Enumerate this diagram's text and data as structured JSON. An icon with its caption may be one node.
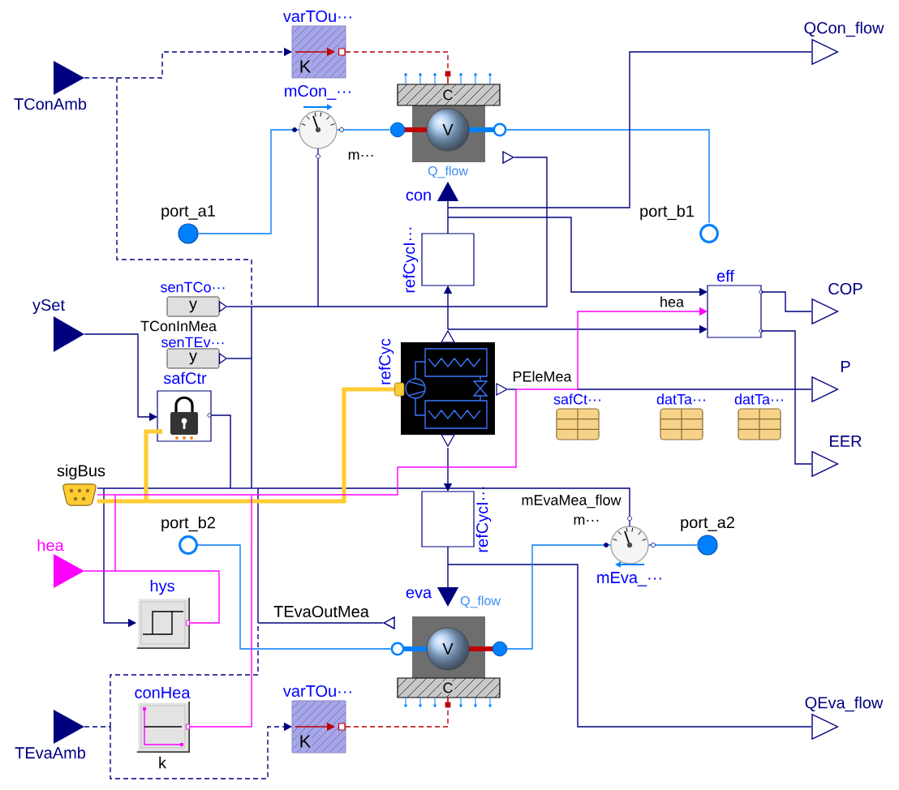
{
  "diagram": {
    "nodes": [
      {
        "text": [
          "TConAmb"
        ]
      },
      {
        "text": [
          "varTOu···",
          "K"
        ]
      },
      {
        "text": [
          "QCon_flow"
        ]
      },
      {
        "text": [
          "mCon_···"
        ],
        "beside": [
          "m···"
        ]
      },
      {
        "text": [
          "C",
          "V",
          "Q_flow",
          "con"
        ]
      },
      {
        "text": [
          "port_a1"
        ]
      },
      {
        "text": [
          "port_b1"
        ]
      },
      {
        "text": [
          "refCycI···"
        ]
      },
      {
        "text": [
          "eff"
        ]
      },
      {
        "text": [
          "COP"
        ]
      },
      {
        "text": [
          "senTCo···",
          "y"
        ]
      },
      {
        "text": [
          "ySet"
        ]
      },
      {
        "text": [
          "senTEv···",
          "y"
        ]
      },
      {
        "text": [
          "refCyc"
        ]
      },
      {
        "text": [
          "safCtr"
        ]
      },
      {
        "text": [
          "P"
        ]
      },
      {
        "text": [
          "safCt···"
        ]
      },
      {
        "text": [
          "datTa···"
        ]
      },
      {
        "text": [
          "datTa···"
        ]
      },
      {
        "text": [
          "EER"
        ]
      },
      {
        "text": [
          "sigBus"
        ]
      },
      {
        "text": [
          "refCycI···"
        ]
      },
      {
        "text": [
          "port_b2"
        ]
      },
      {
        "text": [
          "mEva_···"
        ],
        "beside": [
          "m···"
        ]
      },
      {
        "text": [
          "port_a2"
        ]
      },
      {
        "text": [
          "hea"
        ]
      },
      {
        "text": [
          "eva",
          "Q_flow",
          "V",
          "C"
        ]
      },
      {
        "text": [
          "hys"
        ]
      },
      {
        "text": [
          "conHea",
          "k"
        ]
      },
      {
        "text": [
          "varTOu···",
          "K"
        ]
      },
      {
        "text": [
          "TEvaAmb"
        ]
      },
      {
        "text": [
          "QEva_flow"
        ]
      }
    ],
    "edges": [
      {
        "from": 0,
        "to": 1,
        "arrow": "to",
        "style": "dashed"
      },
      {
        "from": 0,
        "to": 20,
        "arrow": "none",
        "style": "dashed"
      },
      {
        "from": 1,
        "to": 4,
        "arrow": "none",
        "style": "dashed",
        "color": "#bf0000"
      },
      {
        "from": 5,
        "to": 3,
        "arrow": "none",
        "color": "#007fff"
      },
      {
        "from": 3,
        "to": 4,
        "arrow": "none",
        "color": "#007fff"
      },
      {
        "from": 4,
        "to": 6,
        "arrow": "none",
        "color": "#007fff"
      },
      {
        "from": 7,
        "to": 2,
        "arrow": "none"
      },
      {
        "from": 7,
        "to": 8,
        "arrow": "to"
      },
      {
        "from": 4,
        "to": 20,
        "arrow": "none"
      },
      {
        "from": 13,
        "to": 7,
        "arrow": "to"
      },
      {
        "from": 7,
        "to": 4,
        "arrow": "to"
      },
      {
        "from": 3,
        "to": 20,
        "arrow": "none"
      },
      {
        "from": 10,
        "to": 20,
        "arrow": "none"
      },
      {
        "from": 12,
        "to": 20,
        "arrow": "none"
      },
      {
        "from": 11,
        "to": 14,
        "arrow": "to"
      },
      {
        "from": 14,
        "to": 20,
        "arrow": "none"
      },
      {
        "from": 20,
        "to": 14,
        "arrow": "none",
        "style": "thick",
        "color": "#ffcc33"
      },
      {
        "from": 20,
        "to": 13,
        "arrow": "none",
        "style": "thick",
        "color": "#ffcc33"
      },
      {
        "from": 20,
        "to": 8,
        "arrow": "to",
        "label": "hea",
        "color": "#ff00ff"
      },
      {
        "from": 13,
        "to": 15,
        "arrow": "none",
        "label": "PEleMea"
      },
      {
        "from": 8,
        "to": 9,
        "arrow": "none"
      },
      {
        "from": 8,
        "to": 19,
        "arrow": "none"
      },
      {
        "from": 13,
        "to": 21,
        "arrow": "to"
      },
      {
        "from": 21,
        "to": 26,
        "arrow": "to"
      },
      {
        "from": 21,
        "to": 31,
        "arrow": "none"
      },
      {
        "from": 24,
        "to": 23,
        "arrow": "none",
        "color": "#007fff"
      },
      {
        "from": 23,
        "to": 26,
        "arrow": "none",
        "color": "#007fff"
      },
      {
        "from": 26,
        "to": 22,
        "arrow": "none",
        "color": "#007fff"
      },
      {
        "from": 23,
        "to": 20,
        "arrow": "none",
        "label": "mEvaMea_flow"
      },
      {
        "from": 26,
        "to": 20,
        "arrow": "none",
        "label": "TEvaOutMea"
      },
      {
        "from": 25,
        "to": 20,
        "arrow": "none",
        "color": "#ff00ff"
      },
      {
        "from": 27,
        "to": 25,
        "arrow": "none",
        "color": "#ff00ff"
      },
      {
        "from": 20,
        "to": 27,
        "arrow": "to"
      },
      {
        "from": 28,
        "to": 20,
        "arrow": "none",
        "color": "#ff00ff"
      },
      {
        "from": 30,
        "to": 20,
        "arrow": "none",
        "style": "dashed"
      },
      {
        "from": 30,
        "to": 29,
        "arrow": "to",
        "style": "dashed"
      },
      {
        "from": 29,
        "to": 26,
        "arrow": "none",
        "style": "dashed",
        "color": "#bf0000"
      },
      {
        "from": 13,
        "to": 8,
        "arrow": "to"
      }
    ],
    "labels": [
      "TConInMea"
    ]
  }
}
